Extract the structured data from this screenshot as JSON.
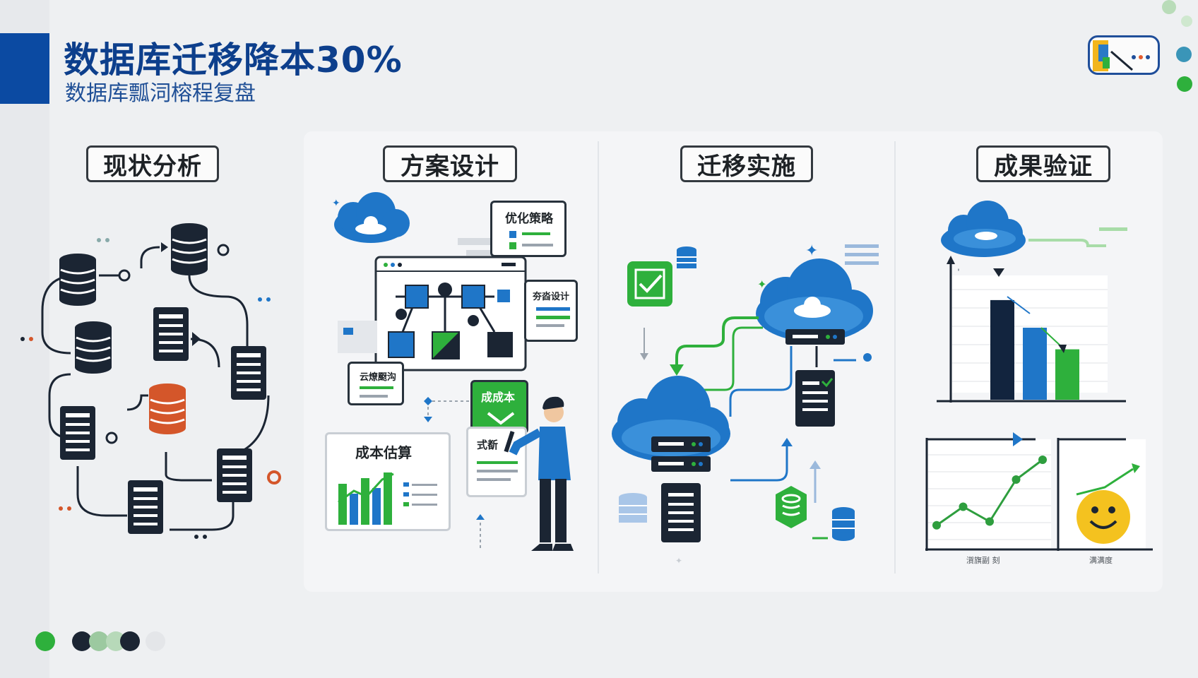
{
  "header": {
    "title": "数据库迁移降本30%",
    "subtitle": "数据库瓢泀榕程复盘"
  },
  "stages": [
    {
      "label": "现状分析"
    },
    {
      "label": "方案设计"
    },
    {
      "label": "迁移实施"
    },
    {
      "label": "成果验证"
    }
  ],
  "design": {
    "optimize_card": "优化策略",
    "arch_card": "夯㳫设计",
    "cloud_card": "云燎颬沟",
    "cost_card": "成本估算",
    "reduce_card": "成成本",
    "form_card": "式斱"
  },
  "verify": {
    "chart1_label": "㵑旗副 刻",
    "chart2_label": "满满度",
    "chart_data": [
      {
        "type": "bar",
        "categories": [
          "",
          "",
          ""
        ],
        "values": [
          83,
          60,
          42
        ],
        "colors": [
          "#12243e",
          "#1f76c8",
          "#2eb03c"
        ]
      },
      {
        "type": "line",
        "x": [
          1,
          2,
          3,
          4,
          5
        ],
        "values": [
          15,
          30,
          18,
          52,
          68
        ],
        "color": "#2e9e3e"
      }
    ]
  },
  "colors": {
    "brand_blue": "#0b4aa2",
    "dark_navy": "#1b2533",
    "accent_green": "#2eb03c",
    "accent_orange": "#e35c2e"
  }
}
